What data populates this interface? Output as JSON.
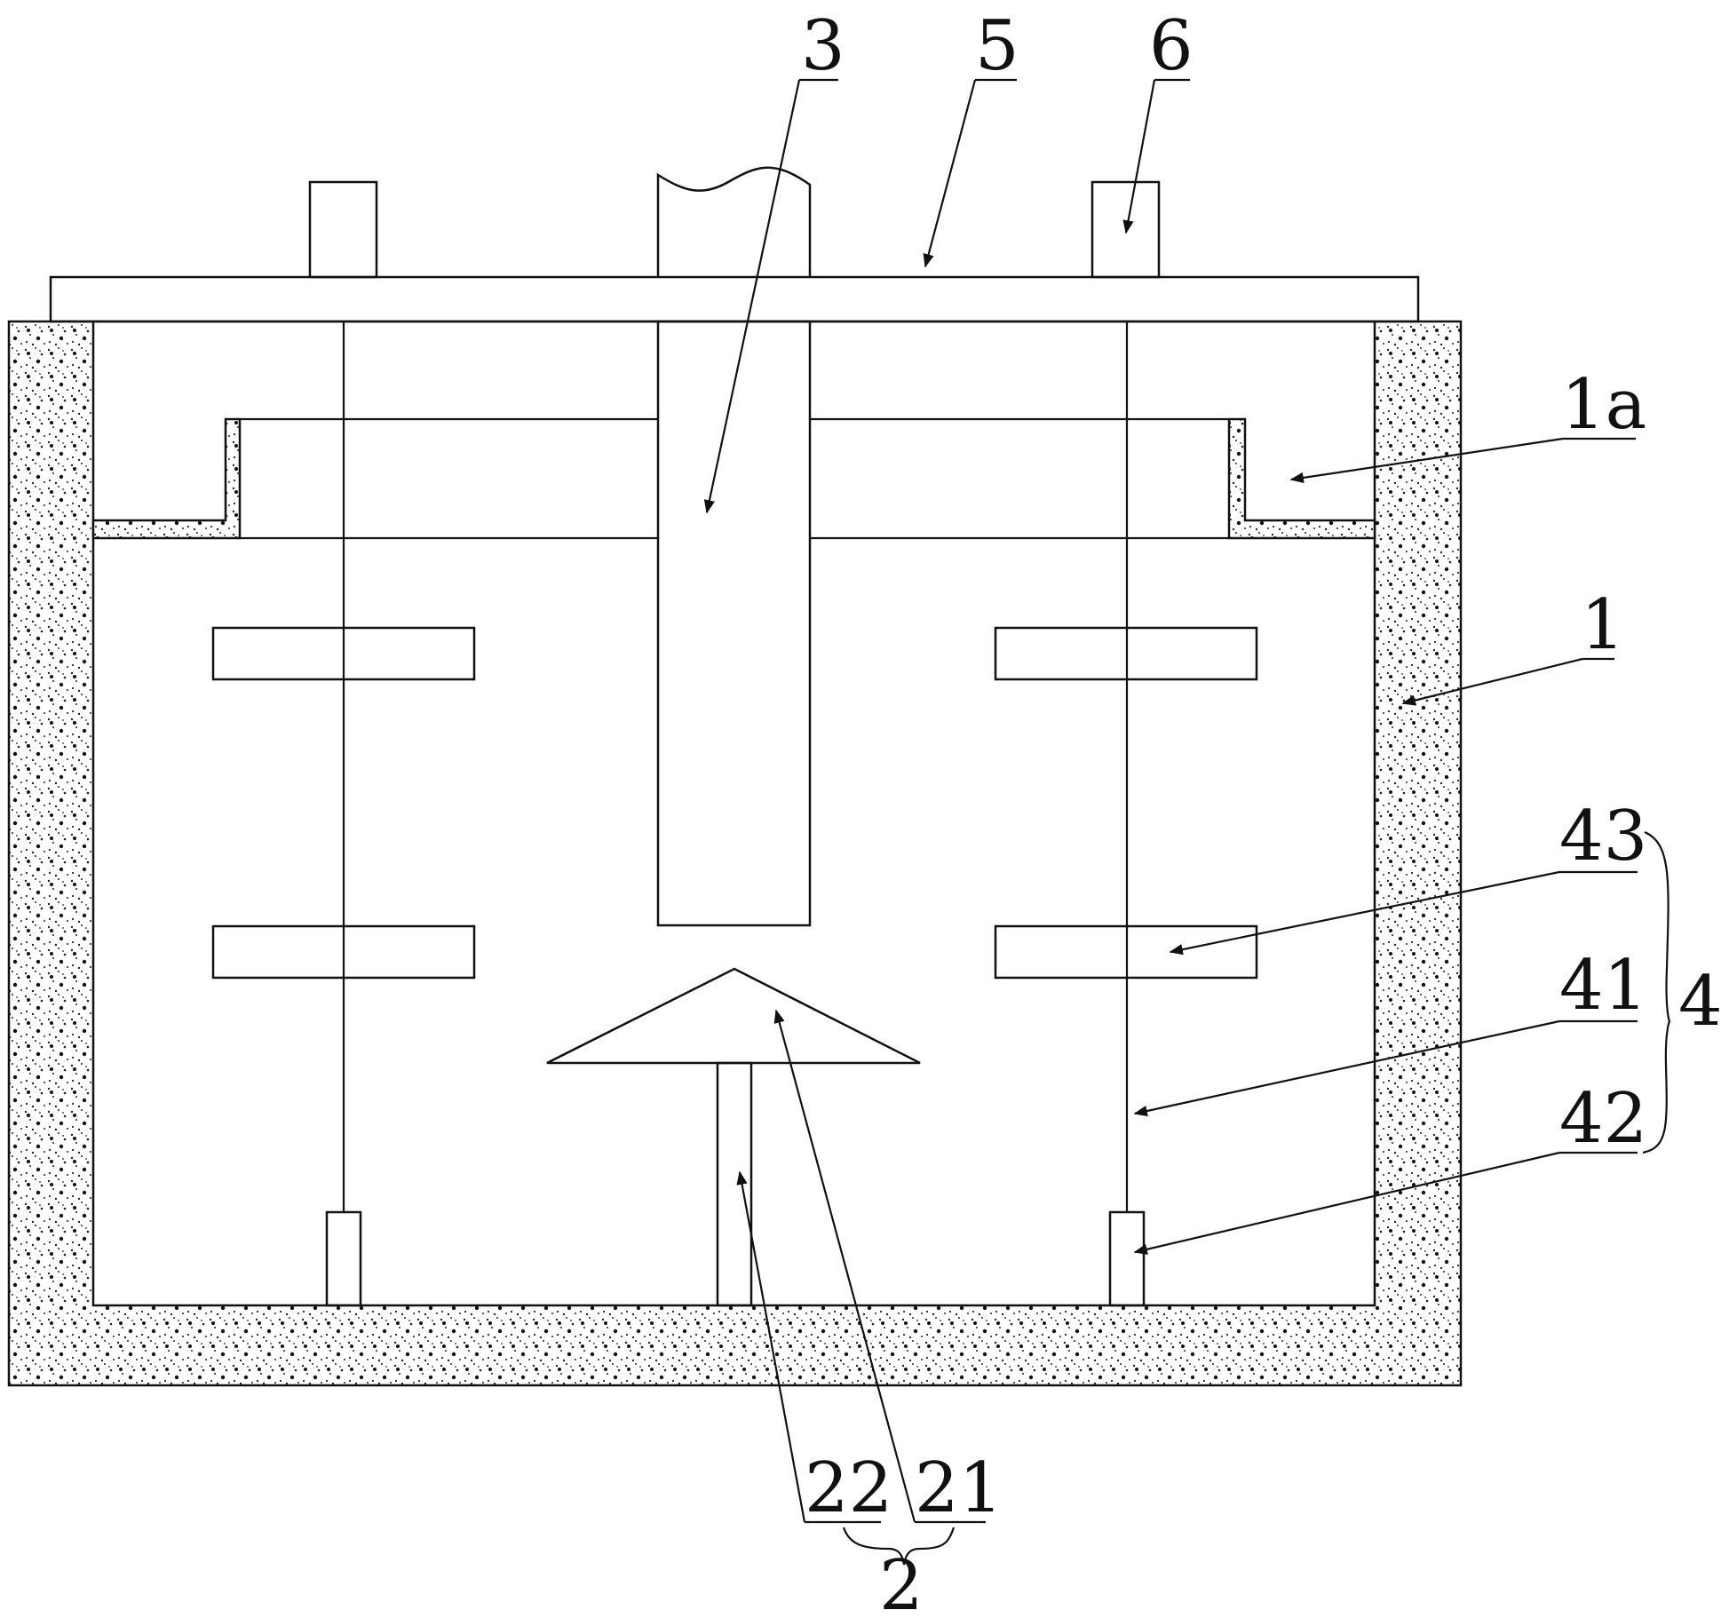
{
  "labels": {
    "l3": "3",
    "l5": "5",
    "l6": "6",
    "l1a": "1a",
    "l1": "1",
    "l43": "43",
    "l41": "41",
    "l4": "4",
    "l42": "42",
    "l22": "22",
    "l21": "21",
    "l2": "2"
  }
}
